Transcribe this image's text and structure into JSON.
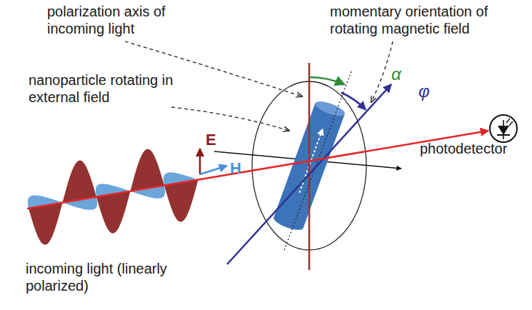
{
  "diagram": {
    "labels": [
      "polarization axis of incoming light",
      "momentary orientation of rotating magnetic field",
      "nanoparticle rotating in external field",
      "α",
      "φ",
      "photodetector",
      "E",
      "H",
      "incoming light (linearly polarized)"
    ]
  }
}
